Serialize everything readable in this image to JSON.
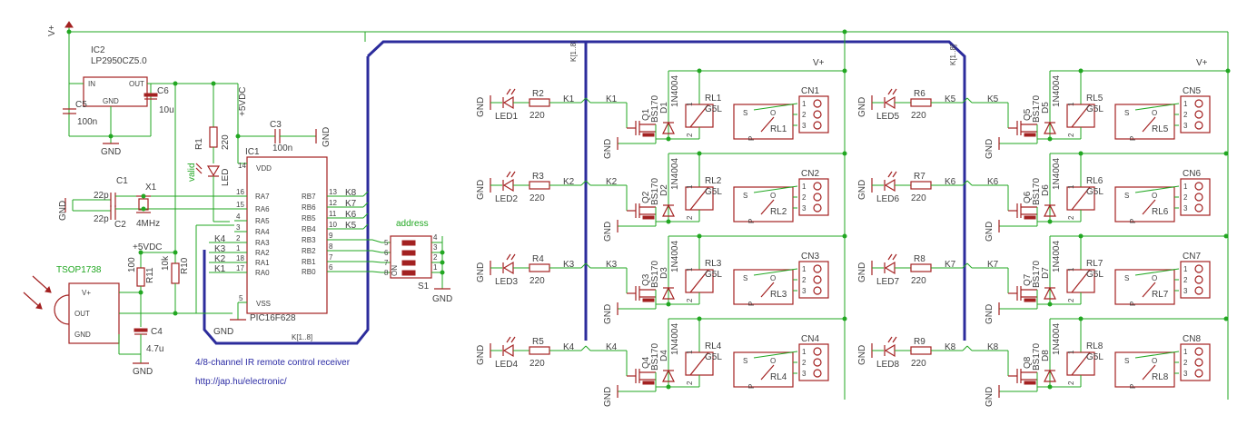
{
  "supply": {
    "vplus": "V+",
    "vdc": "+5VDC",
    "gnd": "GND"
  },
  "regulator": {
    "ref": "IC2",
    "part": "LP2950CZ5.0",
    "in": "IN",
    "out": "OUT",
    "gnd": "GND"
  },
  "caps": {
    "c5": {
      "ref": "C5",
      "val": "100n"
    },
    "c6": {
      "ref": "C6",
      "val": "10u"
    },
    "c3": {
      "ref": "C3",
      "val": "100n"
    },
    "c1": {
      "ref": "C1",
      "val": "22p"
    },
    "c2": {
      "ref": "C2",
      "val": "22p"
    },
    "c4": {
      "ref": "C4",
      "val": "4.7u"
    }
  },
  "crystal": {
    "ref": "X1",
    "val": "4MHz"
  },
  "r1": {
    "ref": "R1",
    "val": "220"
  },
  "valid_led": {
    "ref": "LED",
    "label": "valid"
  },
  "mcu": {
    "ref": "IC1",
    "part": "PIC16F628",
    "vdd": "VDD",
    "vss": "VSS",
    "left_pins": [
      {
        "num": "16",
        "name": "RA7"
      },
      {
        "num": "15",
        "name": "RA6"
      },
      {
        "num": "4",
        "name": "RA5"
      },
      {
        "num": "3",
        "name": "RA4"
      },
      {
        "num": "2",
        "name": "RA3"
      },
      {
        "num": "1",
        "name": "RA2"
      },
      {
        "num": "18",
        "name": "RA1"
      },
      {
        "num": "17",
        "name": "RA0"
      }
    ],
    "right_pins": [
      {
        "num": "13",
        "name": "RB7",
        "net": "K8"
      },
      {
        "num": "12",
        "name": "RB6",
        "net": "K7"
      },
      {
        "num": "11",
        "name": "RB5",
        "net": "K6"
      },
      {
        "num": "10",
        "name": "RB4",
        "net": "K5"
      },
      {
        "num": "9",
        "name": "RB3",
        "net": ""
      },
      {
        "num": "8",
        "name": "RB2",
        "net": ""
      },
      {
        "num": "7",
        "name": "RB1",
        "net": ""
      },
      {
        "num": "6",
        "name": "RB0",
        "net": ""
      }
    ],
    "vdd_pin": "14",
    "vss_pin": "5",
    "left_nets": [
      "K4",
      "K3",
      "K2",
      "K1"
    ]
  },
  "bus_label": "K[1..8]",
  "bus_label_short": "K[1..8]",
  "receiver": {
    "part": "TSOP1738",
    "vplus": "V+",
    "out": "OUT",
    "gnd": "GND"
  },
  "r11": {
    "ref": "R11",
    "val": "100"
  },
  "r10": {
    "ref": "R10",
    "val": "10k"
  },
  "dip": {
    "ref": "S1",
    "label": "address",
    "on": "ON",
    "left_nums": [
      "5",
      "6",
      "7",
      "8"
    ],
    "right_nums": [
      "4",
      "3",
      "2",
      "1"
    ]
  },
  "caption": {
    "line1": "4/8-channel IR remote control receiver",
    "line2": "http://jap.hu/electronic/"
  },
  "channels": [
    {
      "led": "LED1",
      "r": "R2",
      "rval": "220",
      "k": "K1",
      "q": "Q1",
      "qpart": "BS170",
      "d": "D1",
      "dpart": "1N4004",
      "rl": "RL1",
      "rlpart": "G5L",
      "cn": "CN1"
    },
    {
      "led": "LED2",
      "r": "R3",
      "rval": "220",
      "k": "K2",
      "q": "Q2",
      "qpart": "BS170",
      "d": "D2",
      "dpart": "1N4004",
      "rl": "RL2",
      "rlpart": "G5L",
      "cn": "CN2"
    },
    {
      "led": "LED3",
      "r": "R4",
      "rval": "220",
      "k": "K3",
      "q": "Q3",
      "qpart": "BS170",
      "d": "D3",
      "dpart": "1N4004",
      "rl": "RL3",
      "rlpart": "G5L",
      "cn": "CN3"
    },
    {
      "led": "LED4",
      "r": "R5",
      "rval": "220",
      "k": "K4",
      "q": "Q4",
      "qpart": "BS170",
      "d": "D4",
      "dpart": "1N4004",
      "rl": "RL4",
      "rlpart": "G5L",
      "cn": "CN4"
    },
    {
      "led": "LED5",
      "r": "R6",
      "rval": "220",
      "k": "K5",
      "q": "Q5",
      "qpart": "BS170",
      "d": "D5",
      "dpart": "1N4004",
      "rl": "RL5",
      "rlpart": "G5L",
      "cn": "CN5"
    },
    {
      "led": "LED6",
      "r": "R7",
      "rval": "220",
      "k": "K6",
      "q": "Q6",
      "qpart": "BS170",
      "d": "D6",
      "dpart": "1N4004",
      "rl": "RL6",
      "rlpart": "G5L",
      "cn": "CN6"
    },
    {
      "led": "LED7",
      "r": "R8",
      "rval": "220",
      "k": "K7",
      "q": "Q7",
      "qpart": "BS170",
      "d": "D7",
      "dpart": "1N4004",
      "rl": "RL7",
      "rlpart": "G5L",
      "cn": "CN7"
    },
    {
      "led": "LED8",
      "r": "R9",
      "rval": "220",
      "k": "K8",
      "q": "Q8",
      "qpart": "BS170",
      "d": "D8",
      "dpart": "1N4004",
      "rl": "RL8",
      "rlpart": "G5L",
      "cn": "CN8"
    }
  ],
  "relay_pins": {
    "s": "S",
    "o": "O",
    "p": "P",
    "coil1": "1",
    "coil2": "2"
  },
  "cn_pins": [
    "1",
    "2",
    "3"
  ],
  "colors": {
    "wire": "#22a722",
    "part": "#a32121",
    "bus": "#2c2c9c",
    "text": "#404040"
  }
}
